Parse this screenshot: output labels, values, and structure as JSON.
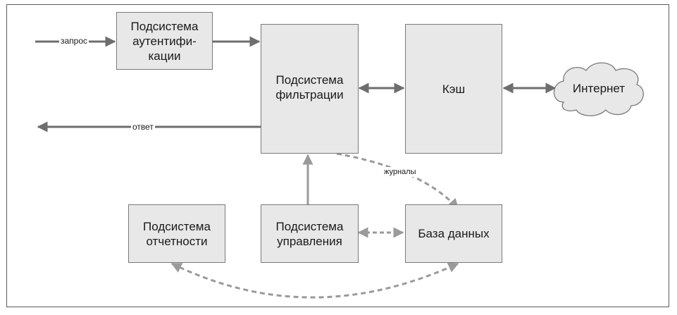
{
  "nodes": {
    "auth": "Подсистема\nаутентифи-\nкации",
    "filter": "Подсистема\nфильтрации",
    "cache": "Кэш",
    "internet": "Интернет",
    "reporting": "Подсистема\nотчетности",
    "management": "Подсистема\nуправления",
    "database": "База данных"
  },
  "edges": {
    "request": "запрос",
    "response": "ответ",
    "logs": "журналы"
  },
  "colors": {
    "box_fill": "#e8e8e8",
    "box_border": "#7a7a7a",
    "arrow_solid": "#6e6e6e",
    "arrow_dashed": "#9a9a9a"
  }
}
